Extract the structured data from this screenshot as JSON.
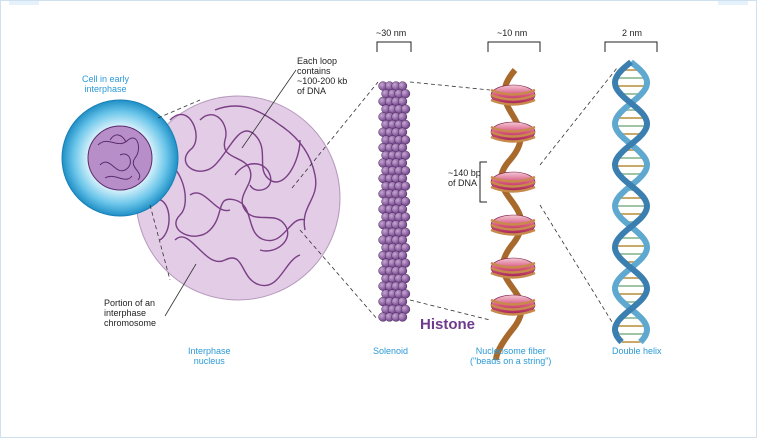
{
  "labels": {
    "cell": [
      "Cell in early",
      "interphase"
    ],
    "loop": [
      "Each loop",
      "contains",
      "~100-200 kb",
      "of DNA"
    ],
    "portion": [
      "Portion of an",
      "interphase",
      "chromosome"
    ],
    "nucleus": [
      "Interphase",
      "nucleus"
    ],
    "solenoid_scale": "~30 nm",
    "solenoid": "Solenoid",
    "nucleosome_scale": "~10 nm",
    "bp": [
      "~140 bp",
      "of DNA"
    ],
    "nucleosome": [
      "Nucleosome fiber",
      "(\"beads on a string\")"
    ],
    "helix_scale": "2 nm",
    "helix": "Double helix",
    "histone": "Histone"
  },
  "colors": {
    "label_blue": "#2b9ad6",
    "nucleus_fill": "#e2cce6",
    "chromatin": "#7a3f84",
    "bead": "#8a5d9e",
    "dna_brown": "#a86a2c",
    "histone_pink": "#c0306e",
    "helix_blue": "#5fa8cf",
    "histone_text": "#6f3b8e"
  }
}
